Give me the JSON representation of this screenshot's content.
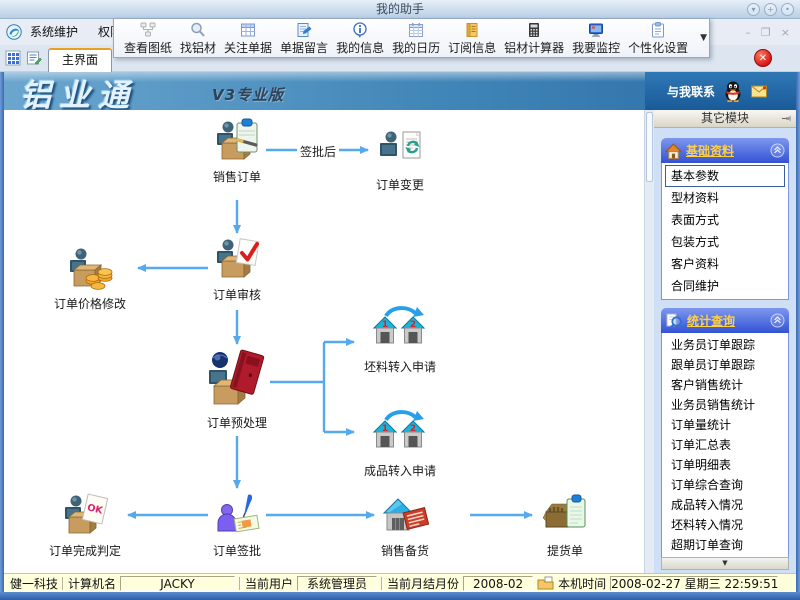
{
  "window": {
    "assistant_title": "我的助手",
    "titlebar_buttons": [
      "▾",
      "+",
      "•"
    ],
    "disabled_controls": [
      "–",
      "❐",
      "×"
    ],
    "close_button_glyph": "✕"
  },
  "menu": {
    "items": [
      "系统维护",
      "权限"
    ]
  },
  "tabs": {
    "main_tab": "主界面"
  },
  "toolbar": {
    "items": [
      {
        "label": "查看图纸",
        "icon": "blueprint-icon"
      },
      {
        "label": "找铝材",
        "icon": "search-icon"
      },
      {
        "label": "关注单据",
        "icon": "follow-documents-icon"
      },
      {
        "label": "单据留言",
        "icon": "document-message-icon"
      },
      {
        "label": "我的信息",
        "icon": "my-info-icon"
      },
      {
        "label": "我的日历",
        "icon": "calendar-icon"
      },
      {
        "label": "订阅信息",
        "icon": "subscription-icon"
      },
      {
        "label": "铝材计算器",
        "icon": "calculator-icon"
      },
      {
        "label": "我要监控",
        "icon": "monitor-icon"
      },
      {
        "label": "个性化设置",
        "icon": "personalization-icon"
      }
    ],
    "more_glyph": "▼"
  },
  "banner": {
    "brand": "铝业通",
    "edition": "V3专业版",
    "contact_label": "与我联系"
  },
  "sidebar": {
    "other_modules_label": "其它模块",
    "scroll_down_glyph": "▼",
    "groups": [
      {
        "title": "基础资料",
        "items": [
          "基本参数",
          "型材资料",
          "表面方式",
          "包装方式",
          "客户资料",
          "合同维护"
        ],
        "selected_index": 0
      },
      {
        "title": "统计查询",
        "items": [
          "业务员订单跟踪",
          "跟单员订单跟踪",
          "客户销售统计",
          "业务员销售统计",
          "订单量统计",
          "订单汇总表",
          "订单明细表",
          "订单综合查询",
          "成品转入情况",
          "坯料转入情况",
          "超期订单查询"
        ]
      }
    ]
  },
  "flowchart": {
    "sales_order": "销售订单",
    "order_change": "订单变更",
    "after_sign_label": "签批后",
    "order_audit": "订单审核",
    "price_modify": "订单价格修改",
    "preprocess": "订单预处理",
    "billet_transfer": "坯料转入申请",
    "product_transfer": "成品转入申请",
    "order_sign": "订单签批",
    "complete_judge": "订单完成判定",
    "sales_stock": "销售备货",
    "pickup_note": "提货单",
    "ok_badge": "OK",
    "warehouse_1": "1",
    "warehouse_2": "2"
  },
  "statusbar": {
    "company": "健一科技",
    "computer_label": "计算机名",
    "computer_value": "JACKY",
    "user_label": "当前用户",
    "user_value": "系统管理员",
    "month_label": "当前月结月份",
    "month_value": "2008-02",
    "time_label": "本机时间",
    "time_value": "2008-02-27 星期三 22:59:51"
  },
  "colors": {
    "arrow_blue": "#57a9ee",
    "panel_header_blue": "#3352d4",
    "header_gold": "#ffd040",
    "banner_blue": "#2a6ca6",
    "status_bg": "#ffffdb",
    "close_red": "#d81818"
  }
}
